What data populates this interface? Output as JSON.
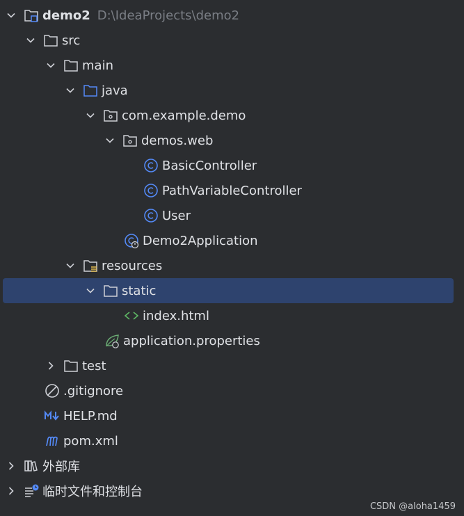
{
  "tree": {
    "root": {
      "name": "demo2",
      "path": "D:\\IdeaProjects\\demo2"
    },
    "src": "src",
    "main": "main",
    "java": "java",
    "package": "com.example.demo",
    "subpackage": "demos.web",
    "class_basic": "BasicController",
    "class_pathvar": "PathVariableController",
    "class_user": "User",
    "app_class": "Demo2Application",
    "resources": "resources",
    "static": "static",
    "index_html": "index.html",
    "app_properties": "application.properties",
    "test": "test",
    "gitignore": ".gitignore",
    "help_md": "HELP.md",
    "pom_xml": "pom.xml",
    "external_libs": "外部库",
    "scratches": "临时文件和控制台"
  },
  "colors": {
    "background": "#2b2d30",
    "selection": "#2e436e",
    "class_icon": "#548af7",
    "html_icon": "#5fb865",
    "spring_icon": "#6aab73",
    "maven_icon": "#548af7"
  },
  "watermark": "CSDN @aloha1459"
}
